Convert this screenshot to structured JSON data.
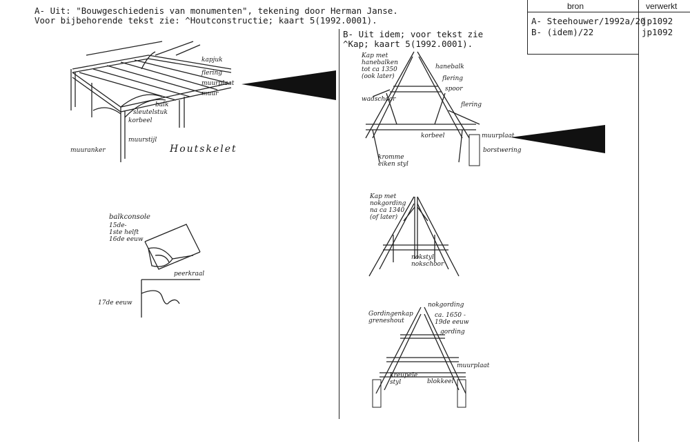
{
  "caption_a": {
    "line1": "A- Uit: \"Bouwgeschiedenis van monumenten\", tekening door Herman Janse.",
    "line2": "Voor bijbehorende tekst zie: ^Houtconstructie; kaart 5(1992.0001)."
  },
  "caption_b": {
    "line1": "B- Uit idem; voor tekst zie",
    "line2": "^Kap; kaart 5(1992.0001)."
  },
  "table": {
    "col_bron": "bron",
    "col_verwerkt": "verwerkt",
    "rows": [
      {
        "bron": "A- Steehouwer/1992a/20",
        "verwerkt": "jp1092"
      },
      {
        "bron": "B- (idem)/22",
        "verwerkt": "jp1092"
      }
    ]
  },
  "drawing_a": {
    "labels": {
      "kapjuk": "kapjuk",
      "flering": "flering",
      "muurplaat": "muurplaat",
      "muur": "muur",
      "balk": "balk",
      "sleutelstuk": "sleutelstuk",
      "korbeel": "korbeel",
      "muurstijl": "muurstijl",
      "muuranker": "muuranker",
      "title": "Houtskelet"
    }
  },
  "drawing_console": {
    "label_main": "balkconsole",
    "label_period": "15de-\n1ste helft\n16de eeuw",
    "peerkraal": "peerkraal",
    "label_17": "17de eeuw"
  },
  "drawing_b1": {
    "title": "Kap met\nhanebalken\ntot ca 1350\n(ook later)",
    "hanebalk": "hanebalk",
    "flering": "flering",
    "spoor": "spoor",
    "flering2": "flering",
    "wadschoor": "wadschoor",
    "muurplaat": "muurplaat",
    "korbeel": "korbeel",
    "borstwering": "borstwering",
    "kromme": "kromme\neiken styl"
  },
  "drawing_b2": {
    "title": "Kap met\nnokgording\nna ca 1340\n(of later)",
    "nokstyl": "nokstyl\nnokschoor"
  },
  "drawing_b3": {
    "nokgording": "nokgording",
    "gordingenkap": "Gordingenkap\ngreneshout",
    "date": "ca. 1650 -\n19de eeuw",
    "gording": "gording",
    "muurplaat": "muurplaat",
    "kreupele": "kreupele\nstyl",
    "blokkeel": "blokkeel"
  }
}
